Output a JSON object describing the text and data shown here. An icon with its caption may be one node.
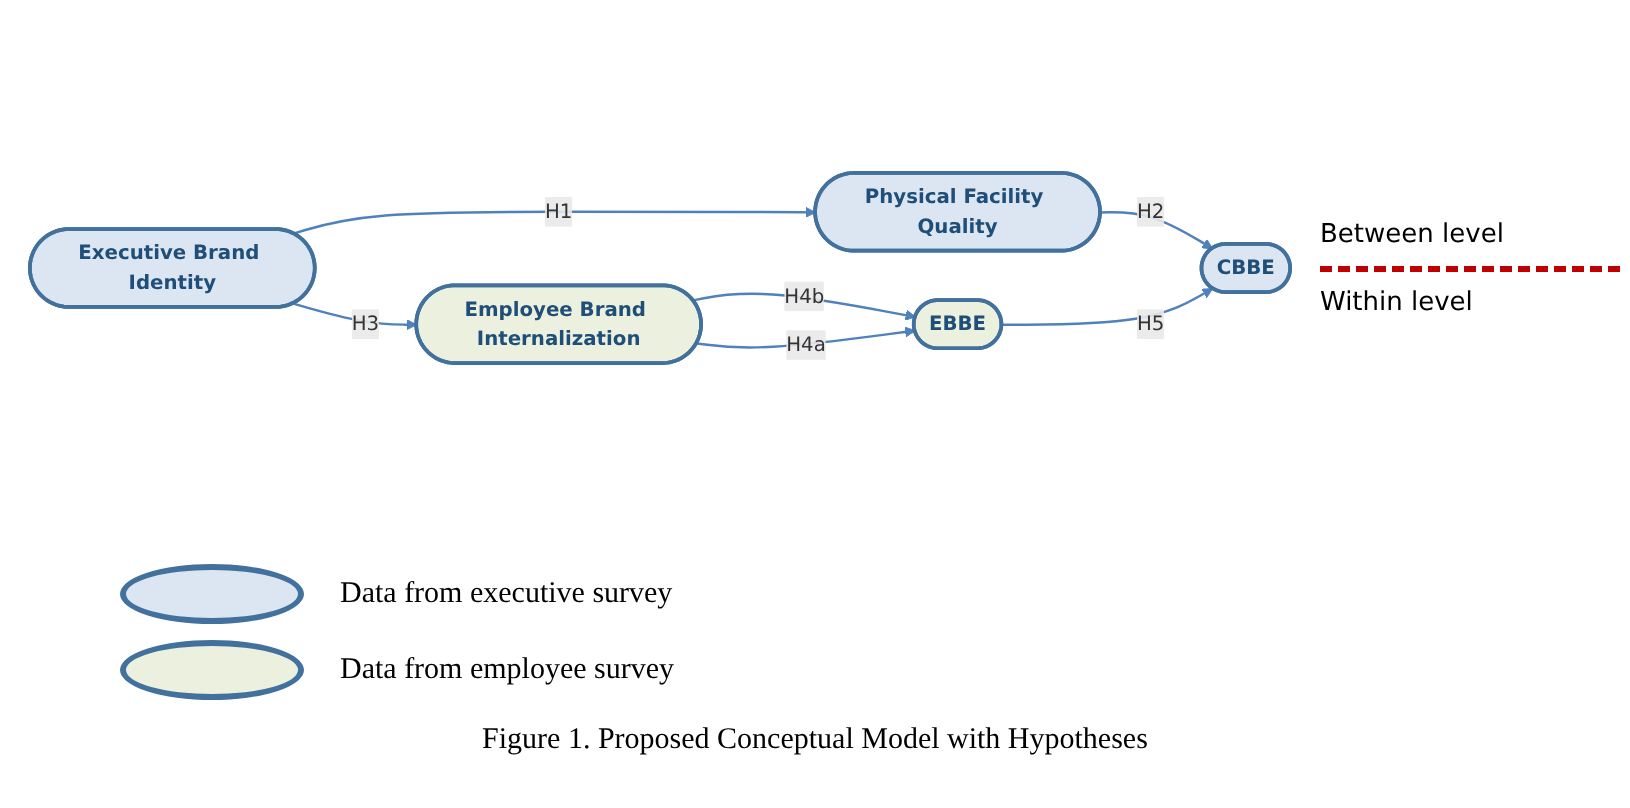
{
  "diagram": {
    "caption": "Figure 1. Proposed Conceptual Model with Hypotheses",
    "nodes": [
      {
        "text": [
          "Executive Brand Identity"
        ]
      },
      {
        "text": [
          "Physical Facility Quality"
        ]
      },
      {
        "text": [
          "CBBE"
        ]
      },
      {
        "text": [
          "Employee Brand Internalization"
        ]
      },
      {
        "text": [
          "EBBE"
        ]
      }
    ],
    "edges": [
      {
        "from": 0,
        "to": 1,
        "arrow": "to",
        "label": "H1"
      },
      {
        "from": 1,
        "to": 2,
        "arrow": "to",
        "label": "H2"
      },
      {
        "from": 0,
        "to": 3,
        "arrow": "to",
        "label": "H3"
      },
      {
        "from": 3,
        "to": 4,
        "arrow": "to",
        "label": "H4b"
      },
      {
        "from": 3,
        "to": 4,
        "arrow": "to",
        "label": "H4a"
      },
      {
        "from": 4,
        "to": 2,
        "arrow": "to",
        "label": "H5"
      }
    ],
    "labels": [
      "Between level",
      "Within level"
    ],
    "legend": [
      {
        "text": "Data from executive survey",
        "color": "#dce6f2"
      },
      {
        "text": "Data from employee survey",
        "color": "#ebf1de"
      }
    ]
  }
}
